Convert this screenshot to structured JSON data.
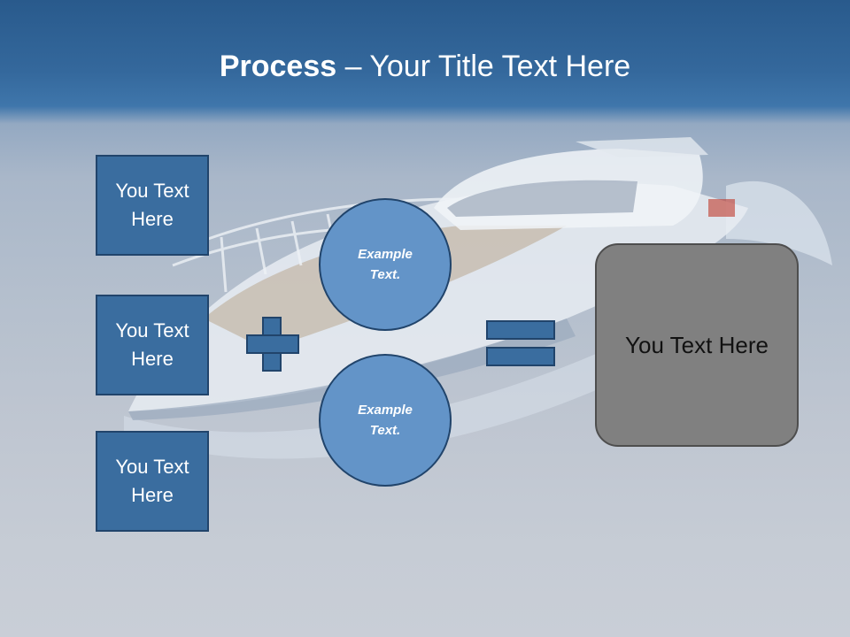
{
  "title": {
    "strong": "Process",
    "rest": " – Your Title Text Here"
  },
  "side_boxes": [
    "You Text\nHere",
    "You Text\nHere",
    "You Text\nHere"
  ],
  "circles": [
    "Example\nText.",
    "Example\nText."
  ],
  "result": "You Text Here",
  "colors": {
    "box_fill": "#3a6d9f",
    "box_border": "#21446b",
    "circle_fill": "#6394c8",
    "result_fill": "#808080",
    "title_band": "#295a8c"
  }
}
